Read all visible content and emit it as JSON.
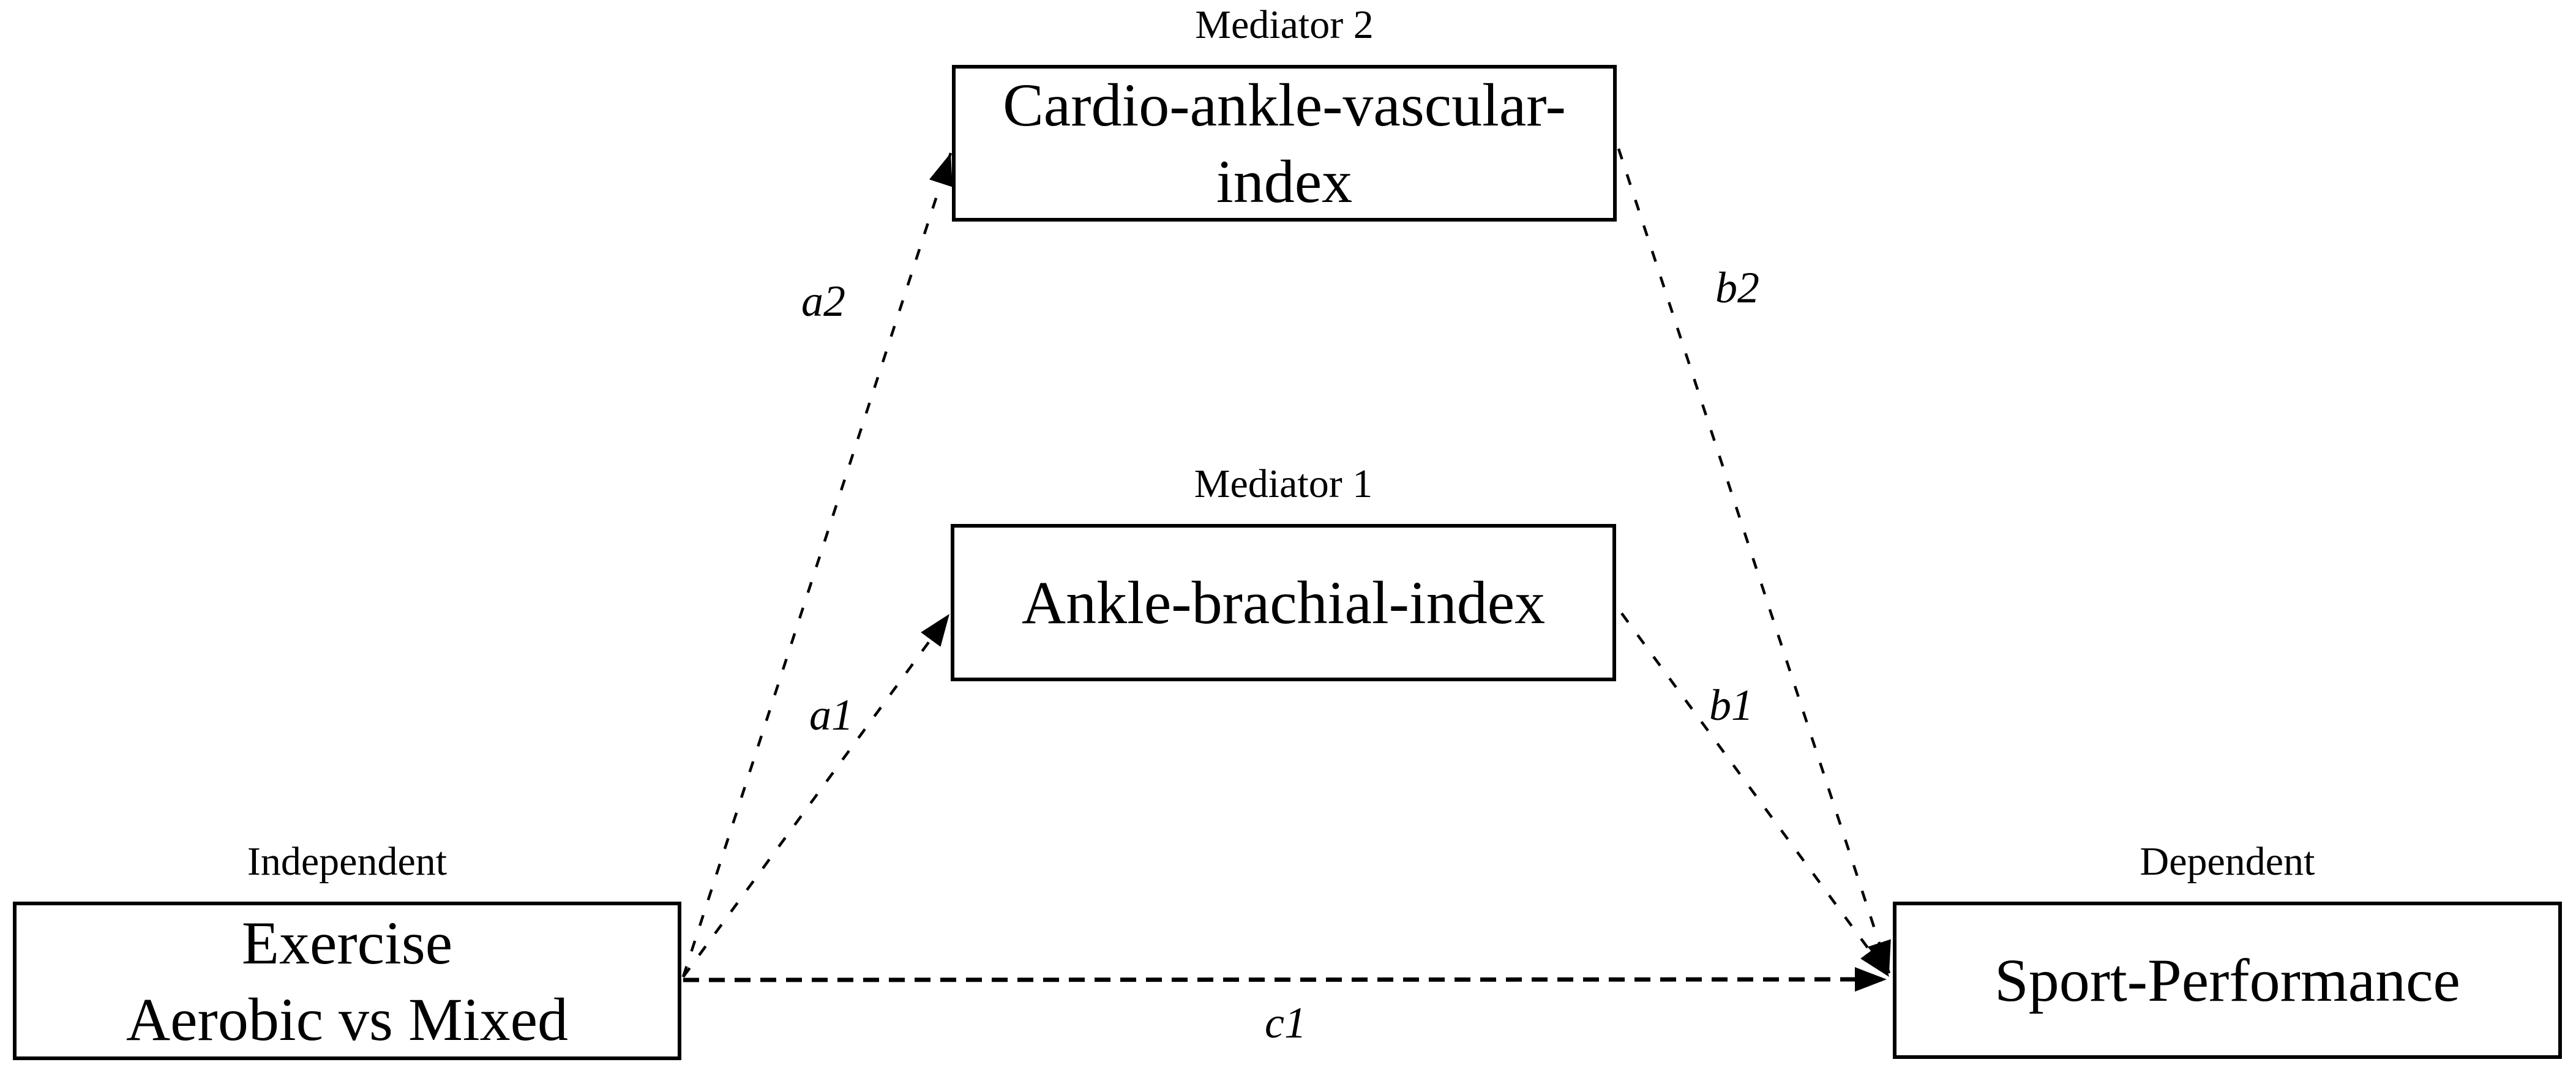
{
  "canvas": {
    "background": "#ffffff",
    "ink": "#000000"
  },
  "nodes": {
    "independent": {
      "role": "Independent",
      "line1": "Exercise",
      "line2": "Aerobic vs Mixed"
    },
    "mediator1": {
      "role": "Mediator 1",
      "line1": "Ankle-brachial-index"
    },
    "mediator2": {
      "role": "Mediator 2",
      "line1": "Cardio-ankle-vascular-",
      "line2": "index"
    },
    "dependent": {
      "role": "Dependent",
      "line1": "Sport-Performance"
    }
  },
  "edges": {
    "a1": {
      "label": "a1",
      "from": "independent",
      "to": "mediator1"
    },
    "a2": {
      "label": "a2",
      "from": "independent",
      "to": "mediator2"
    },
    "b1": {
      "label": "b1",
      "from": "mediator1",
      "to": "dependent"
    },
    "b2": {
      "label": "b2",
      "from": "mediator2",
      "to": "dependent"
    },
    "c1": {
      "label": "c1",
      "from": "independent",
      "to": "dependent"
    }
  }
}
